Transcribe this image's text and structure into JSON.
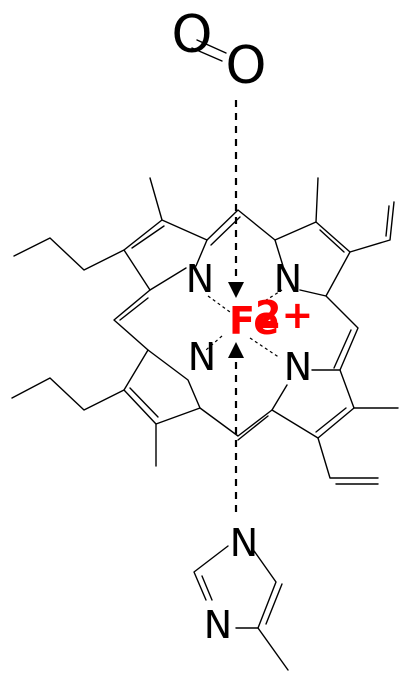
{
  "diagram": {
    "ligand_top": {
      "atom1": "O",
      "atom2": "O"
    },
    "pyrrole_nitrogens": [
      "N",
      "N",
      "N",
      "N"
    ],
    "metal": {
      "symbol": "Fe",
      "charge": "2+",
      "color": "#ff0000"
    },
    "imidazole_nitrogens": [
      "N",
      "N"
    ]
  }
}
